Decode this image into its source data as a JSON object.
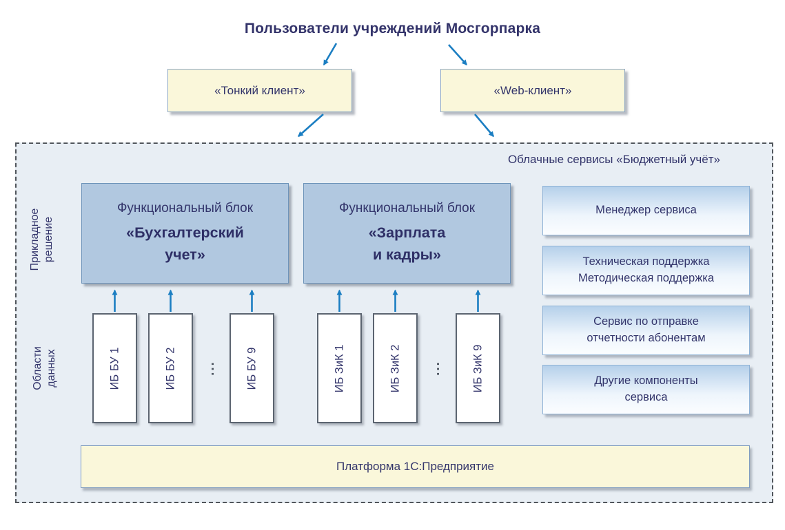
{
  "title": "Пользователи учреждений Мосгорпарка",
  "clients": {
    "thin": {
      "label": "«Тонкий клиент»"
    },
    "web": {
      "label": "«Web-клиент»"
    }
  },
  "cloud": {
    "label": "Облачные сервисы «Бюджетный учёт»"
  },
  "side_labels": {
    "app_solution": "Прикладное\nрешение",
    "data_areas": "Области\nданных"
  },
  "functional_blocks": [
    {
      "subtitle": "Функциональный блок",
      "name": "«Бухгалтерский\nучет»"
    },
    {
      "subtitle": "Функциональный блок",
      "name": "«Зарплата\nи кадры»"
    }
  ],
  "databases": {
    "accounting": [
      "ИБ БУ 1",
      "ИБ БУ 2",
      "ИБ БУ 9"
    ],
    "payroll": [
      "ИБ ЗиК 1",
      "ИБ ЗиК 2",
      "ИБ ЗиК 9"
    ],
    "ellipsis": "..."
  },
  "services": [
    {
      "label": "Менеджер сервиса"
    },
    {
      "label": "Техническая поддержка\nМетодическая поддержка"
    },
    {
      "label": "Сервис по отправке\nотчетности абонентам"
    },
    {
      "label": "Другие компоненты\nсервиса"
    }
  ],
  "platform": {
    "label": "Платформа 1С:Предприятие"
  },
  "colors": {
    "accent_arrow": "#1b7ec2",
    "text_navy": "#33356b",
    "cream_box": "#faf7da",
    "block_blue": "#b1c8e0",
    "container_bg": "#e8eef4",
    "service_gradient_top": "#b5d0ea"
  }
}
